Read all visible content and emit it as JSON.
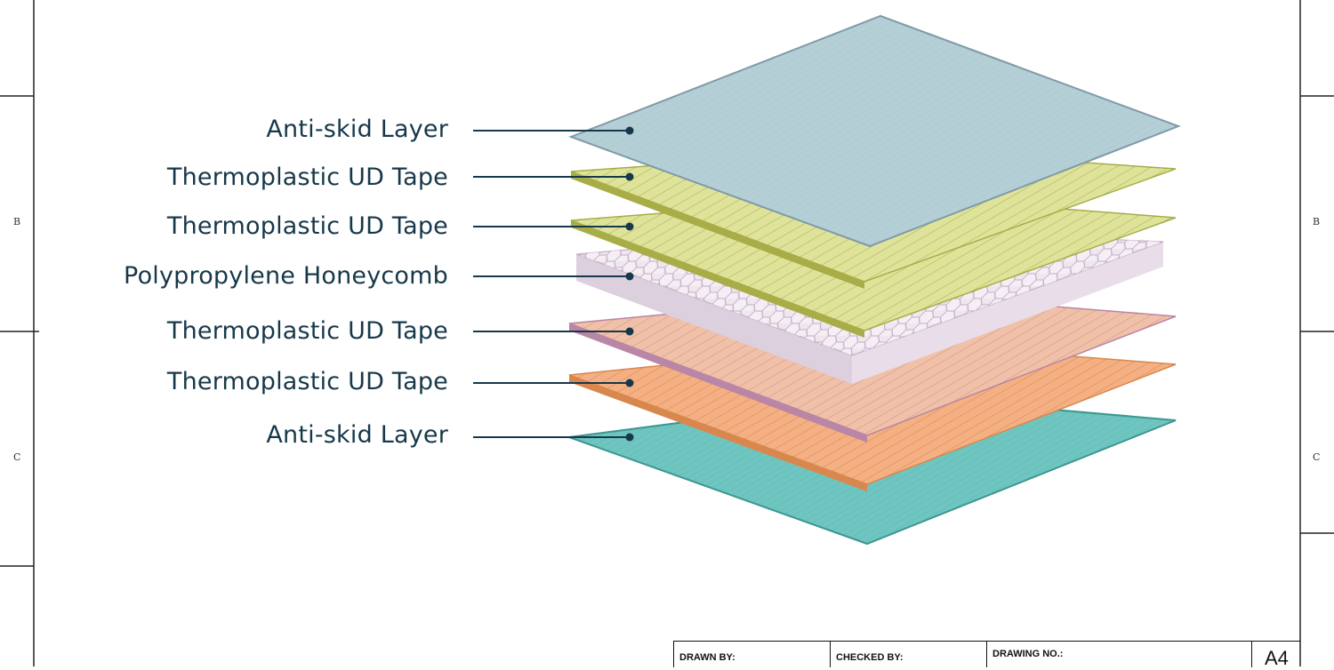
{
  "border": {
    "zones_left": [
      "B",
      "C"
    ],
    "zones_right": [
      "B",
      "C"
    ]
  },
  "layers": [
    {
      "label": "Anti-skid Layer"
    },
    {
      "label": "Thermoplastic UD Tape"
    },
    {
      "label": "Thermoplastic UD Tape"
    },
    {
      "label": "Polypropylene Honeycomb"
    },
    {
      "label": "Thermoplastic UD Tape"
    },
    {
      "label": "Thermoplastic UD Tape"
    },
    {
      "label": "Anti-skid Layer"
    }
  ],
  "colors": {
    "top_antiskid": "#b5cfd6",
    "ud_yellow": "#dfe39a",
    "honeycomb": "#efe6ef",
    "ud_pink": "#f0c0a8",
    "ud_orange": "#f4b082",
    "bottom_antiskid": "#6fc5c0",
    "leader": "#17384a"
  },
  "title_block": {
    "drawn_by": "DRAWN BY:",
    "checked_by": "CHECKED BY:",
    "drawing_no": "DRAWING NO.:",
    "sheet_size": "A4"
  }
}
